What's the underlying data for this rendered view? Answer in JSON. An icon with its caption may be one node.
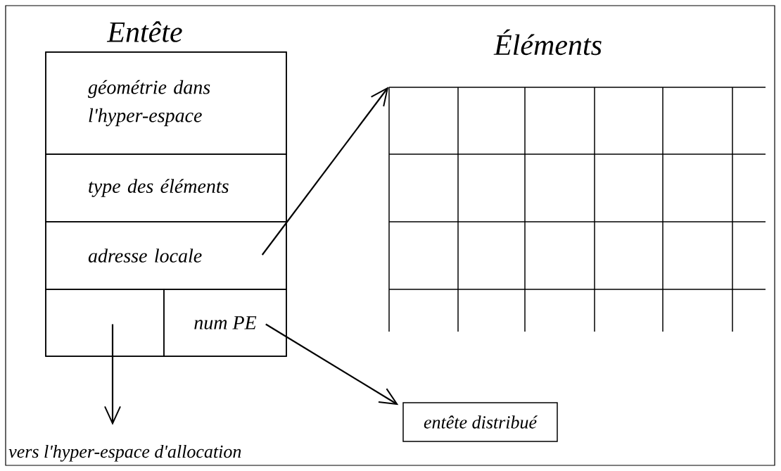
{
  "diagram": {
    "nodes": [
      {
        "text": [
          "Entête"
        ]
      },
      {
        "text": [
          "géométrie dans l'hyper-espace"
        ],
        "in": 0
      },
      {
        "text": [
          "type des éléments"
        ],
        "in": 0
      },
      {
        "text": [
          "adresse locale"
        ],
        "in": 0
      },
      {
        "text": [],
        "shape": "box",
        "in": 0
      },
      {
        "text": [
          "num PE"
        ],
        "in": 0
      },
      {
        "text": [
          "Éléments"
        ]
      },
      {
        "text": [
          "entête distribué"
        ]
      },
      {
        "text": [
          "vers l'hyper-espace d'allocation"
        ]
      }
    ],
    "edges": [
      {
        "from": 3,
        "to": 6,
        "arrow": "to"
      },
      {
        "from": 5,
        "to": 7,
        "arrow": "to"
      },
      {
        "from": 4,
        "to": 8,
        "arrow": "to"
      }
    ]
  }
}
